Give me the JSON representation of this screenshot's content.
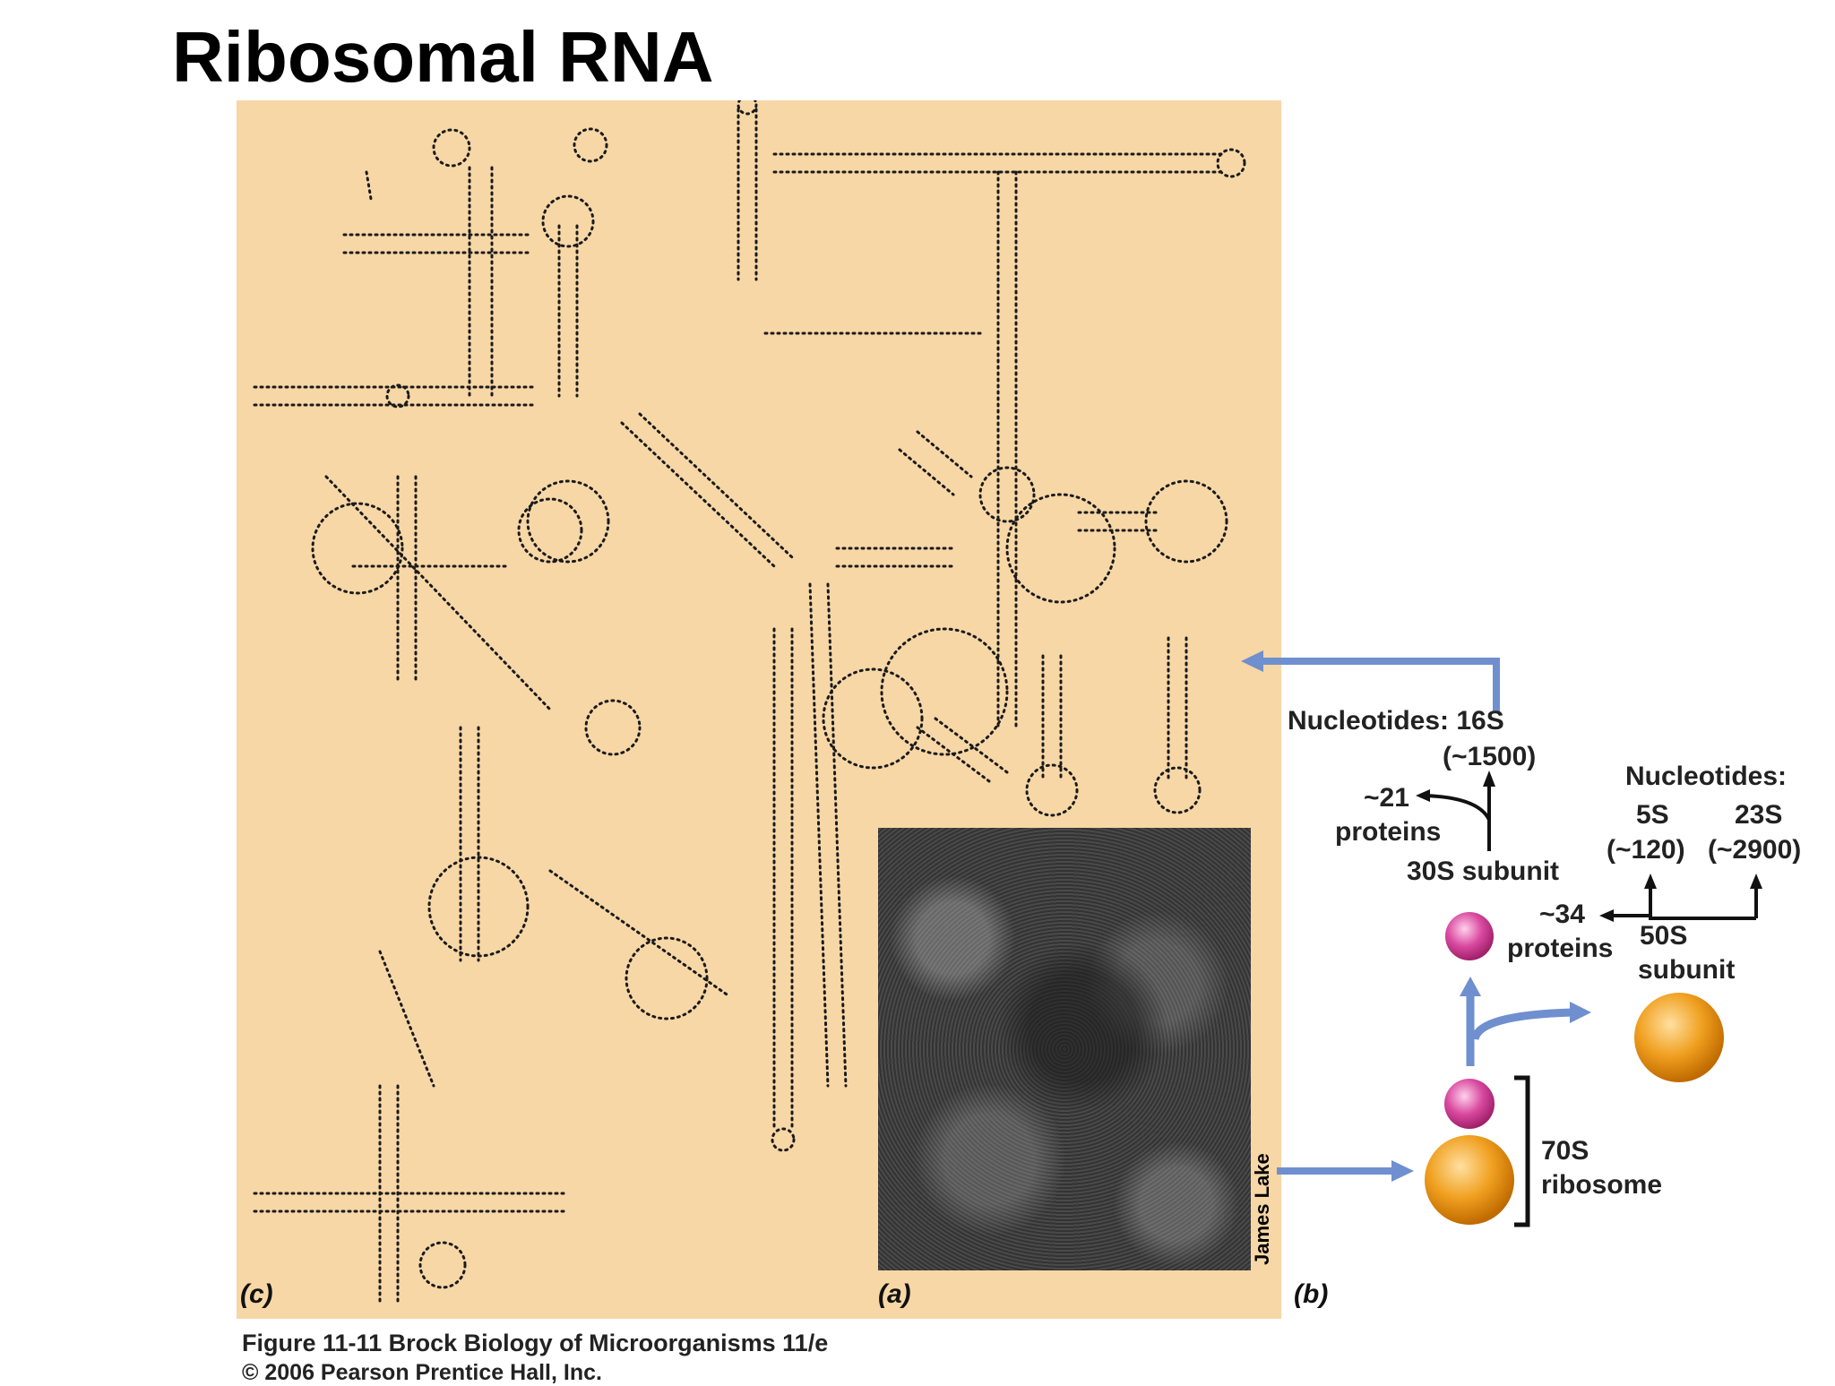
{
  "slide": {
    "title": "Ribosomal RNA"
  },
  "panels": {
    "c": "(c)",
    "a": "(a)",
    "b": "(b)"
  },
  "credit": "James Lake",
  "caption": {
    "line1": "Figure 11-11  Brock Biology of Microorganisms 11/e",
    "line2": "© 2006 Pearson Prentice Hall, Inc."
  },
  "diagram": {
    "nucleotides_16s_label": "Nucleotides:  16S",
    "nucleotides_16s_value": "(~1500)",
    "proteins_30s_count": "~21",
    "proteins_30s_word": "proteins",
    "subunit_30s": "30S subunit",
    "nucleotides_50s_label": "Nucleotides:",
    "rna_5s": "5S",
    "rna_5s_value": "(~120)",
    "rna_23s": "23S",
    "rna_23s_value": "(~2900)",
    "proteins_50s_count": "~34",
    "proteins_50s_word": "proteins",
    "subunit_50s_line1": "50S",
    "subunit_50s_line2": "subunit",
    "ribosome_70s_line1": "70S",
    "ribosome_70s_line2": "ribosome",
    "colors": {
      "arrow": "#6f8fcf",
      "small_subunit": "#d94aa0",
      "large_subunit": "#f0a020"
    }
  }
}
